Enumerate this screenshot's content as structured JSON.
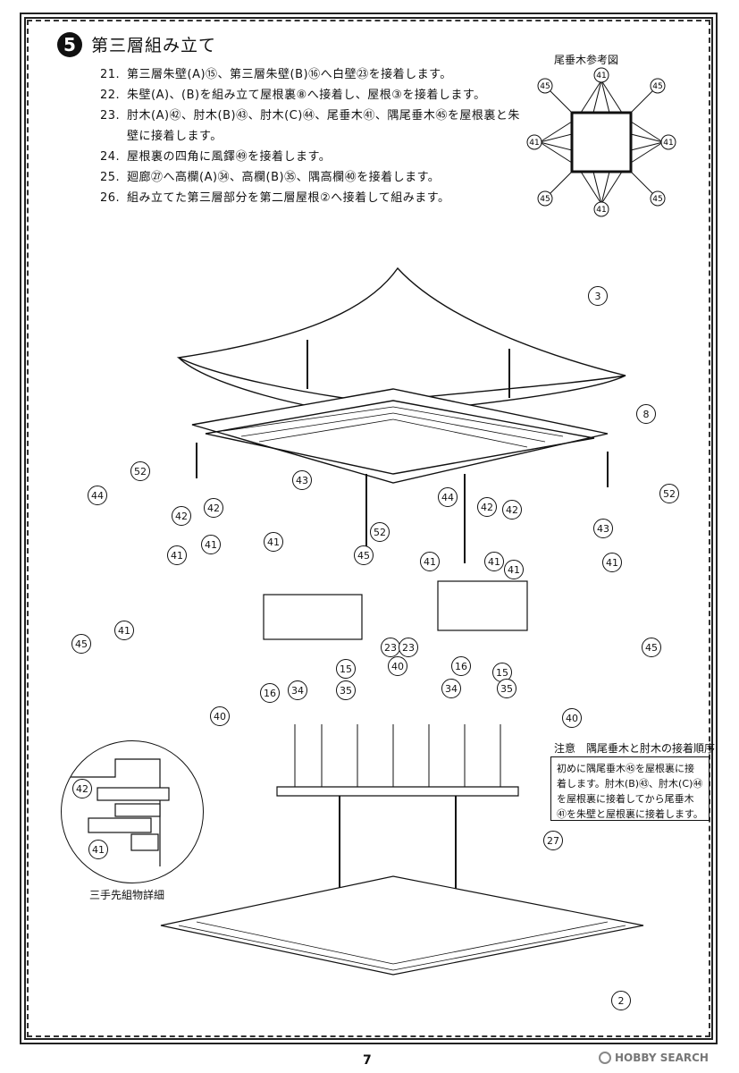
{
  "section": {
    "step_number": "5",
    "title": "第三層組み立て"
  },
  "instructions": [
    {
      "num": "21.",
      "text": "第三層朱壁(A)⑮、第三層朱壁(B)⑯へ白壁㉓を接着します。"
    },
    {
      "num": "22.",
      "text": "朱壁(A)、(B)を組み立て屋根裏⑧へ接着し、屋根③を接着します。"
    },
    {
      "num": "23.",
      "text": "肘木(A)㊷、肘木(B)㊸、肘木(C)㊹、尾垂木㊶、隅尾垂木㊺を屋根裏と朱壁に接着します。"
    },
    {
      "num": "24.",
      "text": "屋根裏の四角に風鐸㊾を接着します。"
    },
    {
      "num": "25.",
      "text": "廻廊㉗へ高欄(A)㉞、高欄(B)㉟、隅高欄㊵を接着します。"
    },
    {
      "num": "26.",
      "text": "組み立てた第三層部分を第二層屋根②へ接着して組みます。"
    }
  ],
  "reference": {
    "title": "尾垂木参考図",
    "labels": {
      "top": "41",
      "bottom": "41",
      "left": "41",
      "right": "41",
      "corner": "45"
    }
  },
  "callouts": {
    "c3": "3",
    "c8": "8",
    "c52": "52",
    "c44": "44",
    "c42": "42",
    "c43": "43",
    "c41": "41",
    "c45": "45",
    "c23": "23",
    "c15": "15",
    "c16": "16",
    "c40": "40",
    "c34": "34",
    "c35": "35",
    "c27": "27",
    "c2": "2"
  },
  "note": {
    "title": "注意　隅尾垂木と肘木の接着順序",
    "body": "初めに隅尾垂木㊺を屋根裏に接着します。肘木(B)㊸、肘木(C)㊹を屋根裏に接着してから尾垂木㊶を朱壁と屋根裏に接着します。"
  },
  "detail": {
    "caption": "三手先組物詳細",
    "label_a": "42",
    "label_b": "41"
  },
  "page_number": "7",
  "watermark": "HOBBY SEARCH"
}
